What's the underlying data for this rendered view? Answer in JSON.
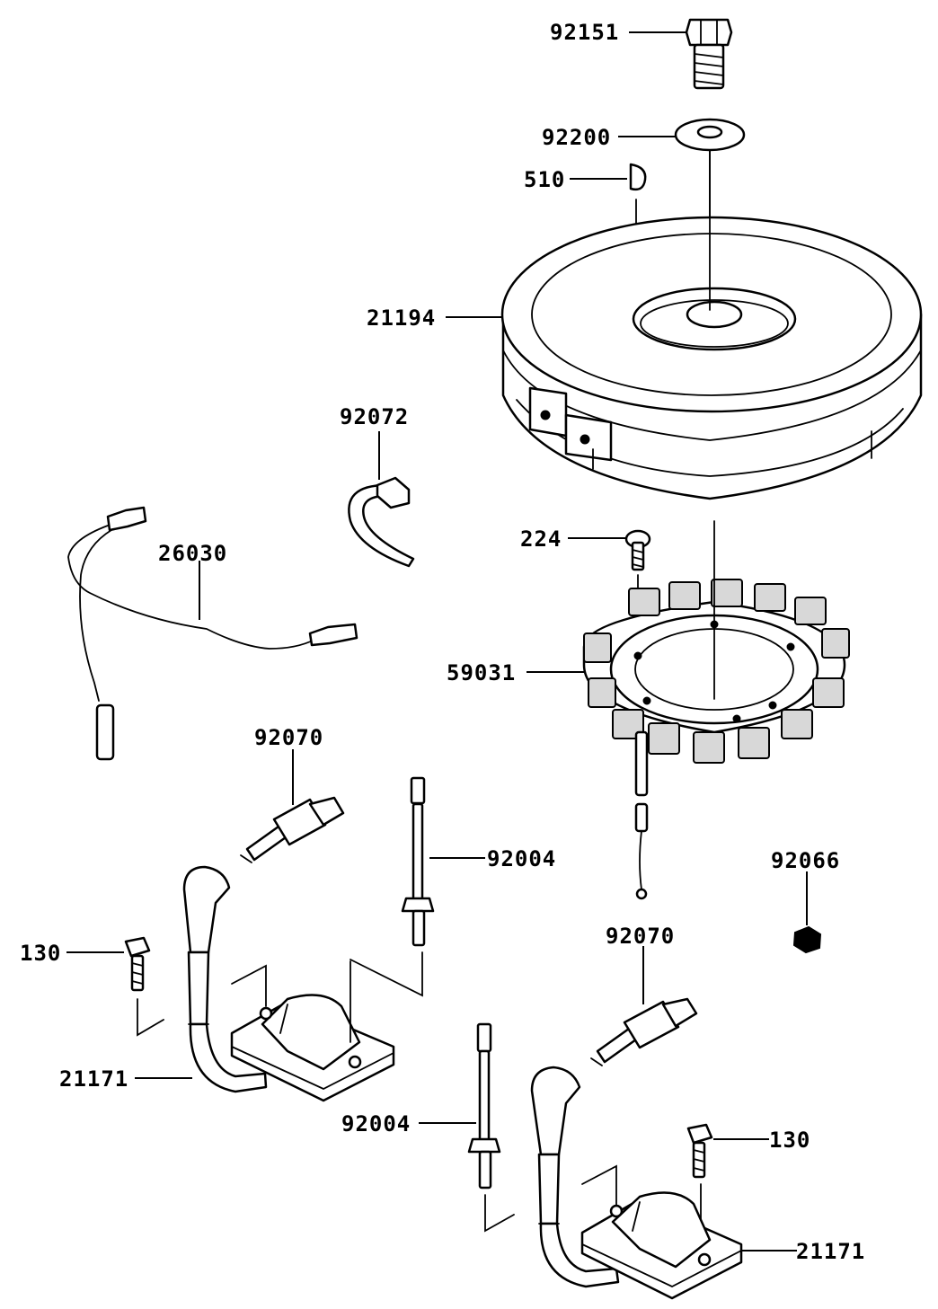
{
  "callouts": [
    {
      "id": "bolt-top",
      "text": "92151"
    },
    {
      "id": "washer",
      "text": "92200"
    },
    {
      "id": "key",
      "text": "510"
    },
    {
      "id": "flywheel",
      "text": "21194"
    },
    {
      "id": "clamp",
      "text": "92072"
    },
    {
      "id": "harness",
      "text": "26030"
    },
    {
      "id": "screw",
      "text": "224"
    },
    {
      "id": "stator",
      "text": "59031"
    },
    {
      "id": "plug-left",
      "text": "92070"
    },
    {
      "id": "stud-left",
      "text": "92004"
    },
    {
      "id": "nut",
      "text": "92066"
    },
    {
      "id": "bolt-left",
      "text": "130"
    },
    {
      "id": "plug-right",
      "text": "92070"
    },
    {
      "id": "coil-left",
      "text": "21171"
    },
    {
      "id": "stud-right",
      "text": "92004"
    },
    {
      "id": "bolt-right",
      "text": "130"
    },
    {
      "id": "coil-right",
      "text": "21171"
    }
  ]
}
